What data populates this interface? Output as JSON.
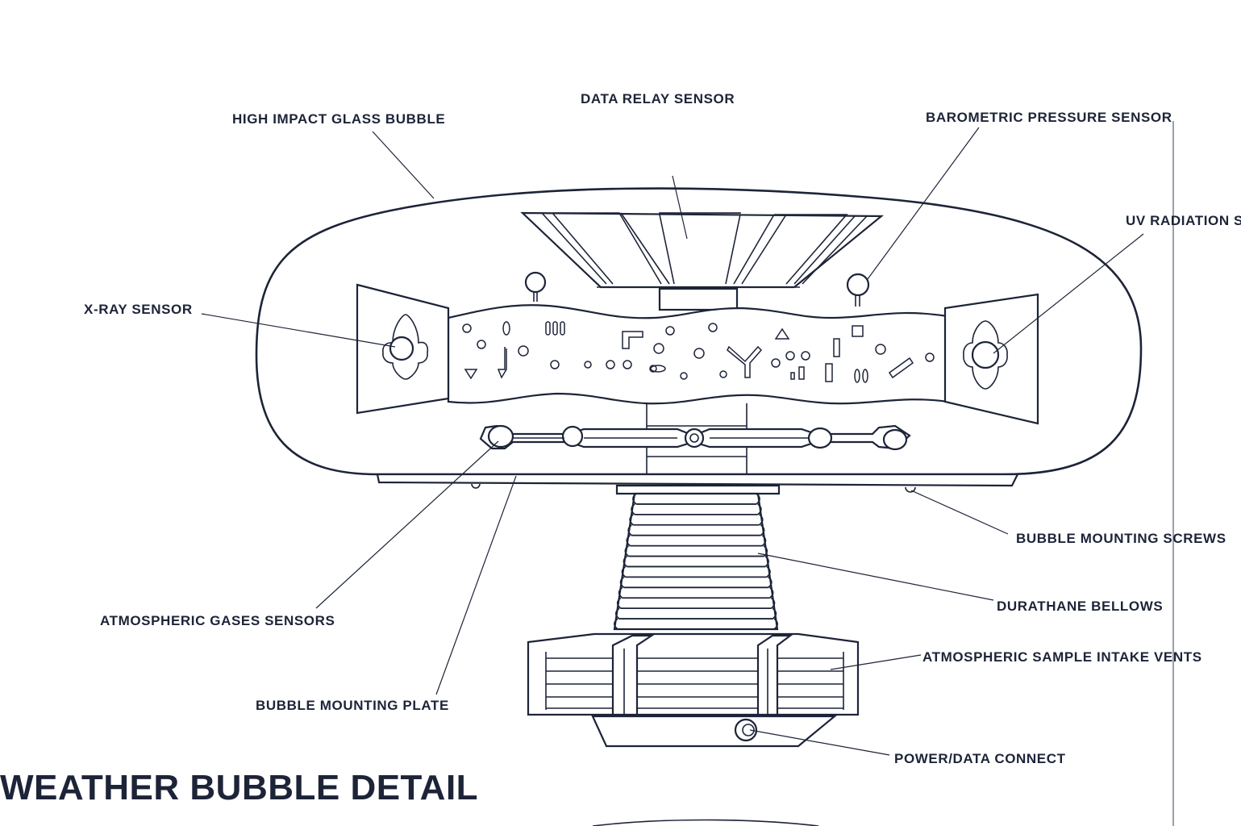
{
  "title": "WEATHER BUBBLE DETAIL",
  "callouts": [
    {
      "id": "glass-bubble",
      "label": "HIGH IMPACT GLASS BUBBLE"
    },
    {
      "id": "data-relay",
      "label": "DATA RELAY SENSOR"
    },
    {
      "id": "barometric",
      "label": "BAROMETRIC PRESSURE SENSOR"
    },
    {
      "id": "uv-radiation",
      "label": "UV RADIATION S"
    },
    {
      "id": "x-ray",
      "label": "X-RAY SENSOR"
    },
    {
      "id": "mounting-screws",
      "label": "BUBBLE MOUNTING SCREWS"
    },
    {
      "id": "bellows",
      "label": "DURATHANE BELLOWS"
    },
    {
      "id": "gases-sensors",
      "label": "ATMOSPHERIC GASES SENSORS"
    },
    {
      "id": "intake-vents",
      "label": "ATMOSPHERIC SAMPLE INTAKE VENTS"
    },
    {
      "id": "mounting-plate",
      "label": "BUBBLE MOUNTING PLATE"
    },
    {
      "id": "power-data",
      "label": "POWER/DATA CONNECT"
    }
  ],
  "colors": {
    "ink": "#1d2438",
    "paper": "#ffffff"
  }
}
